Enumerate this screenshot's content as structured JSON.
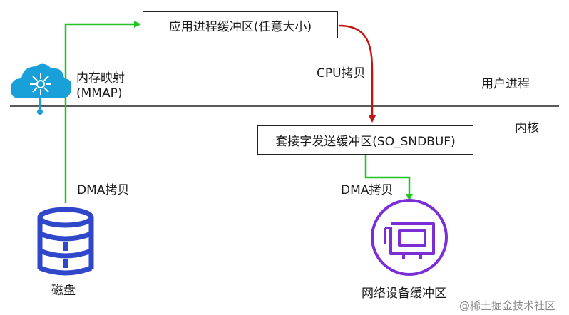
{
  "boxes": {
    "user_buffer": "应用进程缓冲区(任意大小)",
    "socket_buffer": "套接字发送缓冲区(SO_SNDBUF)"
  },
  "labels": {
    "mmap_line1": "内存映射",
    "mmap_line2": "(MMAP)",
    "cpu_copy": "CPU拷贝",
    "dma_copy_left": "DMA拷贝",
    "dma_copy_right": "DMA拷贝",
    "user_process": "用户进程",
    "kernel": "内核",
    "disk": "磁盘",
    "nic_buffer": "网络设备缓冲区"
  },
  "watermark": "@稀土掘金技术社区",
  "icons": {
    "cloud": "cloud-network-icon",
    "disk": "database-icon",
    "nic": "network-card-icon"
  },
  "colors": {
    "green_arrow": "#22c422",
    "red_arrow": "#c41212",
    "cloud": "#1aa0d8",
    "disk": "#2f47c8",
    "nic": "#7b2ed6",
    "divider": "#222222"
  }
}
